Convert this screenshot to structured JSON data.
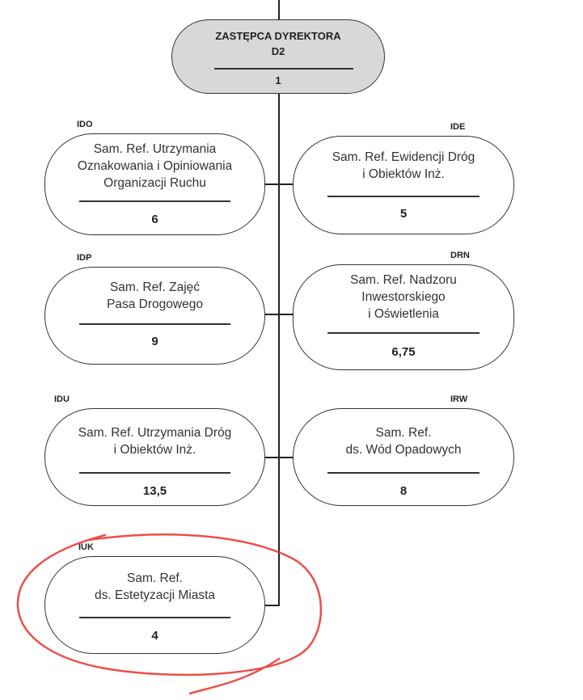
{
  "top": {
    "title_line1": "ZASTĘPCA DYREKTORA",
    "title_line2": "D2",
    "count": "1"
  },
  "units": [
    {
      "code": "IDO",
      "lines": [
        "Sam. Ref. Utrzymania",
        "Oznakowania i Opiniowania",
        "Organizacji Ruchu"
      ],
      "count": "6"
    },
    {
      "code": "IDE",
      "lines": [
        "Sam. Ref. Ewidencji Dróg",
        "i Obiektów Inż."
      ],
      "count": "5"
    },
    {
      "code": "IDP",
      "lines": [
        "Sam. Ref. Zajęć",
        "Pasa Drogowego"
      ],
      "count": "9"
    },
    {
      "code": "DRN",
      "lines": [
        "Sam. Ref. Nadzoru",
        "Inwestorskiego",
        "i Oświetlenia"
      ],
      "count": "6,75"
    },
    {
      "code": "IDU",
      "lines": [
        "Sam. Ref. Utrzymania Dróg",
        "i Obiektów Inż."
      ],
      "count": "13,5"
    },
    {
      "code": "IRW",
      "lines": [
        "Sam. Ref.",
        "ds. Wód Opadowych"
      ],
      "count": "8"
    },
    {
      "code": "IUK",
      "lines": [
        "Sam. Ref.",
        "ds. Estetyzacji Miasta"
      ],
      "count": "4"
    }
  ],
  "colors": {
    "highlight": "#e8302a",
    "top_fill": "#d8d8d8"
  }
}
